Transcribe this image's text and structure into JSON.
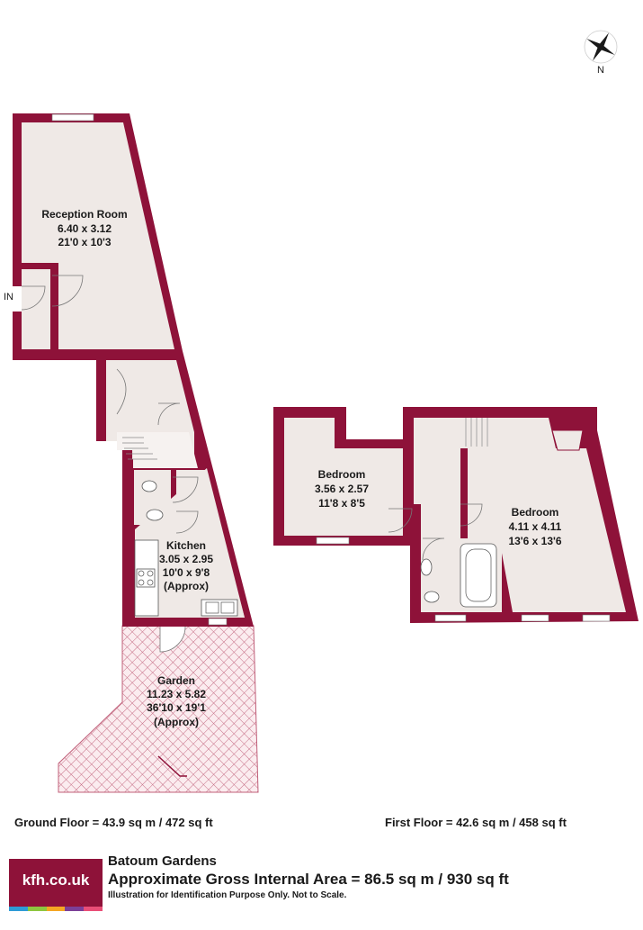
{
  "compass": {
    "north_label": "N"
  },
  "entrance_label": "IN",
  "rooms": {
    "reception": {
      "name": "Reception Room",
      "metric": "6.40 x 3.12",
      "imperial": "21'0 x 10'3"
    },
    "kitchen": {
      "name": "Kitchen",
      "metric": "3.05 x 2.95",
      "imperial": "10'0 x 9'8",
      "note": "(Approx)"
    },
    "garden": {
      "name": "Garden",
      "metric": "11.23 x 5.82",
      "imperial": "36'10 x 19'1",
      "note": "(Approx)"
    },
    "bedroom1": {
      "name": "Bedroom",
      "metric": "3.56 x 2.57",
      "imperial": "11'8 x 8'5"
    },
    "bedroom2": {
      "name": "Bedroom",
      "metric": "4.11 x 4.11",
      "imperial": "13'6 x 13'6"
    }
  },
  "areas": {
    "ground_floor": "Ground Floor = 43.9 sq m / 472 sq ft",
    "first_floor": "First Floor = 42.6 sq m / 458 sq ft"
  },
  "footer": {
    "logo_text": "kfh.co.uk",
    "property_name": "Batoum Gardens",
    "gross_internal_area": "Approximate Gross Internal Area = 86.5 sq m / 930 sq ft",
    "disclaimer": "Illustration for Identification Purpose Only. Not to Scale."
  },
  "colors": {
    "wall": "#8e1239",
    "floor": "#efe9e6",
    "garden_hatch": "#c0607a",
    "logo_stripes": [
      "#2e9bd6",
      "#8dc63f",
      "#f5a623",
      "#7b3f98",
      "#e94e77"
    ]
  }
}
